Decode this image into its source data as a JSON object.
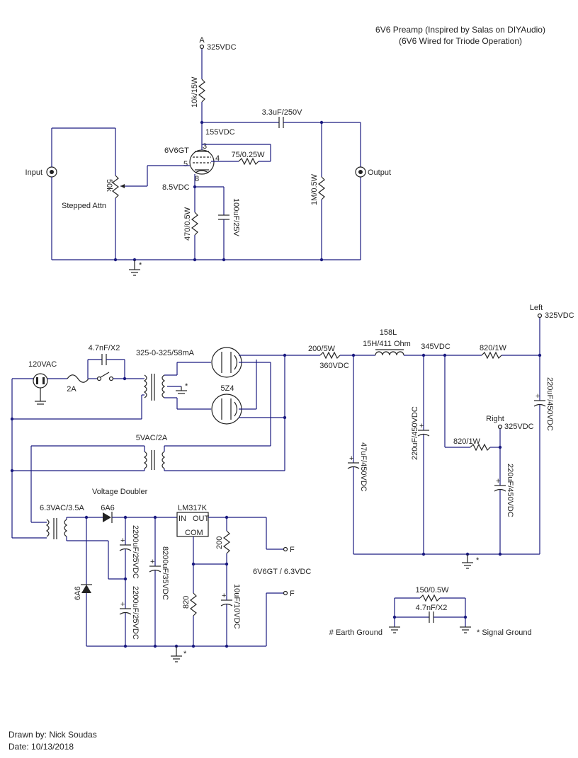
{
  "title": {
    "line1": "6V6 Preamp (Inspired by Salas on DIYAudio)",
    "line2": "(6V6 Wired for Triode Operation)"
  },
  "credits": {
    "drawn_by": "Drawn by: Nick Soudas",
    "date": "Date: 10/13/2018"
  },
  "preamp": {
    "node_a": "A",
    "supply_325": "325VDC",
    "r_plate": "10k/15W",
    "plate_voltage": "155VDC",
    "cap_out": "3.3uF/250V",
    "tube": "6V6GT",
    "pin3": "3",
    "pin4": "4",
    "pin5": "5",
    "pin8": "8",
    "r_g2": "75/0.25W",
    "input": "Input",
    "output": "Output",
    "pot": "50k",
    "attn": "Stepped Attn",
    "cathode_voltage": "8.5VDC",
    "r_cathode": "470/0.5W",
    "c_cathode": "100uF/25V",
    "r_leak": "1M/0.5W",
    "gnd_mark": "*"
  },
  "psu": {
    "mains": "120VAC",
    "fuse": "2A",
    "cap_x": "4.7nF/X2",
    "transformer": "325-0-325/58mA",
    "rectifier": "5Z4",
    "fil_winding": "5VAC/2A",
    "r_drop": "200/5W",
    "v360": "360VDC",
    "choke_name": "158L",
    "choke_spec": "15H/411 Ohm",
    "v345": "345VDC",
    "r_left": "820/1W",
    "left": "Left",
    "left_v": "325VDC",
    "c_left": "220uF/450VDC",
    "c1": "47uF/450VDC",
    "c2": "220uF/450VDC",
    "right": "Right",
    "right_v": "325VDC",
    "r_right": "820/1W",
    "c_right": "220uF/450VDC",
    "gnd_mark": "*"
  },
  "heater": {
    "winding": "6.3VAC/3.5A",
    "doubler": "Voltage Doubler",
    "diode1": "6A6",
    "diode2": "6A6",
    "c_a": "2200uF/25VDC",
    "c_b": "2200uF/25VDC",
    "c_c": "8200uF/35VDC",
    "reg": "LM317K",
    "reg_in": "IN",
    "reg_out": "OUT",
    "reg_com": "COM",
    "r_top": "200",
    "r_bot": "820",
    "c_out": "10uF/10VDC",
    "out_label": "6V6GT / 6.3VDC",
    "f1": "F",
    "f2": "F",
    "gnd_mark": "*"
  },
  "ground_link": {
    "r": "150/0.5W",
    "c": "4.7nF/X2",
    "earth": "# Earth Ground",
    "signal": "* Signal Ground"
  }
}
